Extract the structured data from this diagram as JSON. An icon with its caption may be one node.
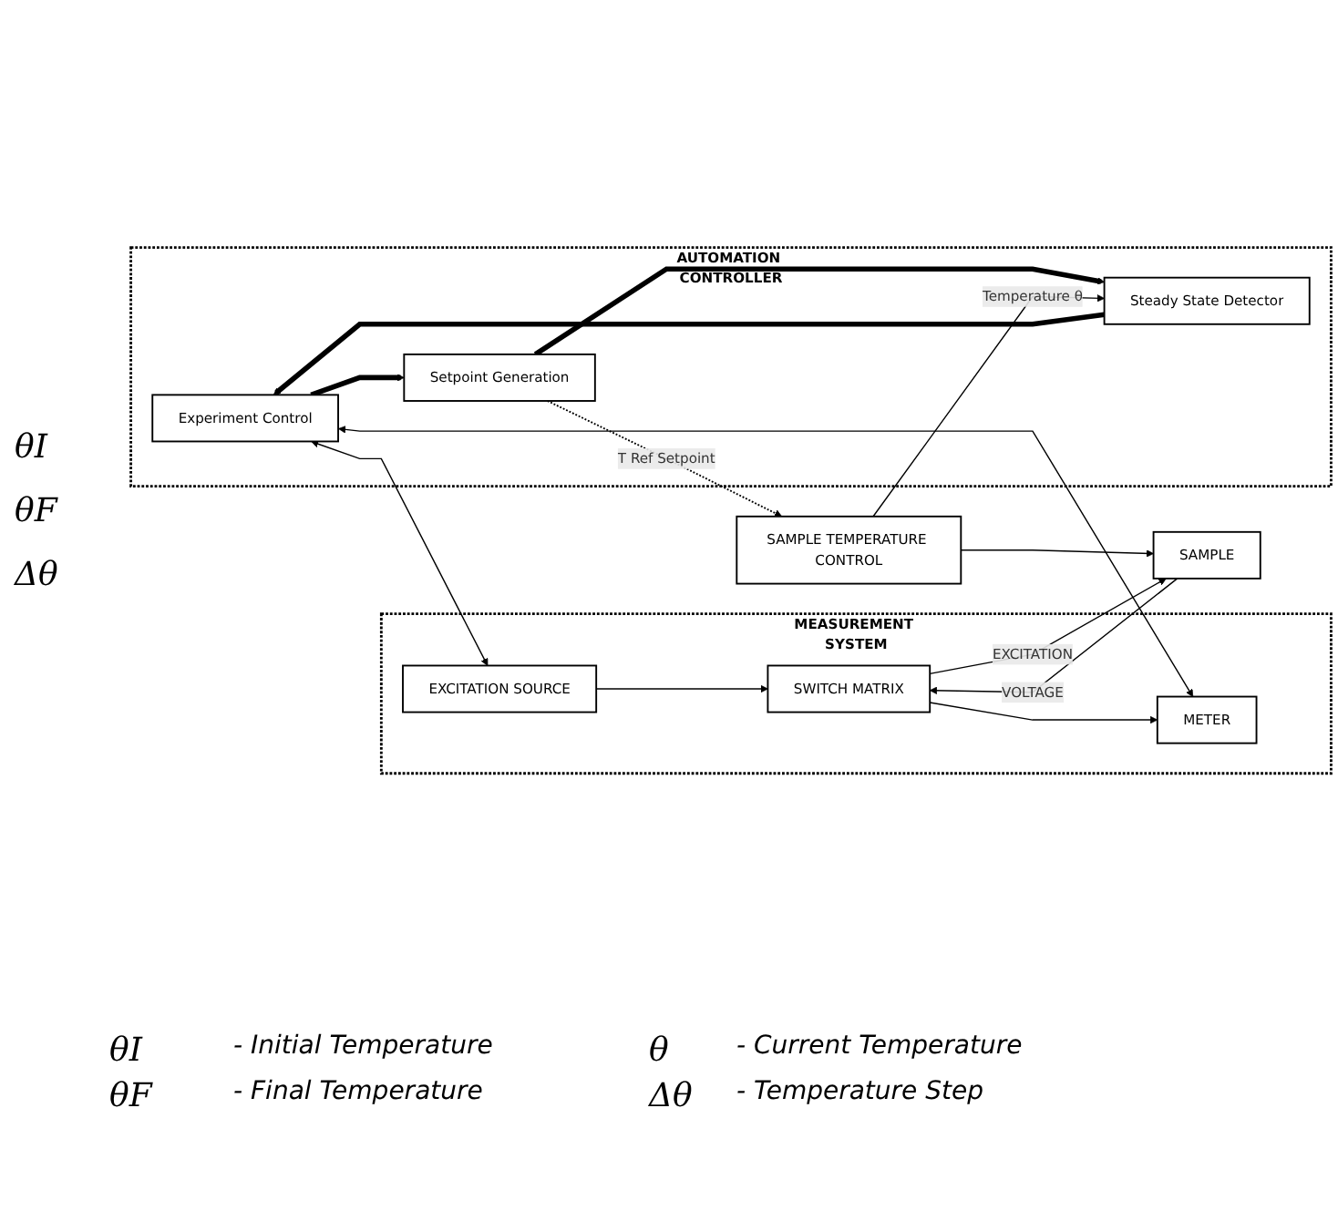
{
  "diagram": {
    "nodes": [
      {
        "text": [
          "AUTOMATION CONTROLLER"
        ]
      },
      {
        "text": [
          "Experiment Control"
        ],
        "in": 0
      },
      {
        "text": [
          "Setpoint Generation"
        ],
        "in": 0
      },
      {
        "text": [
          "Steady State Detector"
        ],
        "in": 0
      },
      {
        "text": [
          "MEASUREMENT SYSTEM"
        ]
      },
      {
        "text": [
          "EXCITATION SOURCE"
        ],
        "in": 4
      },
      {
        "text": [
          "METER"
        ],
        "in": 4
      },
      {
        "text": [
          "SWITCH MATRIX"
        ],
        "in": 4
      },
      {
        "text": [
          "SAMPLE TEMPERATURE CONTROL"
        ]
      },
      {
        "text": [
          "SAMPLE"
        ]
      }
    ],
    "edges": [
      {
        "from": 1,
        "to": 5,
        "arrow": "both"
      },
      {
        "from": 1,
        "to": 6,
        "arrow": "both"
      },
      {
        "from": 5,
        "to": 7,
        "arrow": "to"
      },
      {
        "from": 7,
        "to": 6,
        "arrow": "to"
      },
      {
        "from": 1,
        "to": 2,
        "arrow": "to",
        "style": "thick"
      },
      {
        "from": 3,
        "to": 1,
        "arrow": "to",
        "style": "thick"
      },
      {
        "from": 2,
        "to": 3,
        "arrow": "to",
        "style": "thick"
      },
      {
        "from": 2,
        "to": 8,
        "arrow": "to",
        "style": "dashed",
        "label": "T Ref Setpoint"
      },
      {
        "from": 8,
        "to": 3,
        "arrow": "to",
        "label": "Temperature θ"
      },
      {
        "from": 8,
        "to": 9,
        "arrow": "to"
      },
      {
        "from": 7,
        "to": 9,
        "arrow": "to",
        "label": "EXCITATION"
      },
      {
        "from": 9,
        "to": 7,
        "arrow": "to",
        "label": "VOLTAGE"
      }
    ],
    "labels": [
      "θI",
      "θF",
      "Δθ",
      "θI",
      "- Initial Temperature",
      "θ",
      "- Current Temperature",
      "θF",
      "- Final Temperature",
      "Δθ",
      "- Temperature Step"
    ]
  }
}
